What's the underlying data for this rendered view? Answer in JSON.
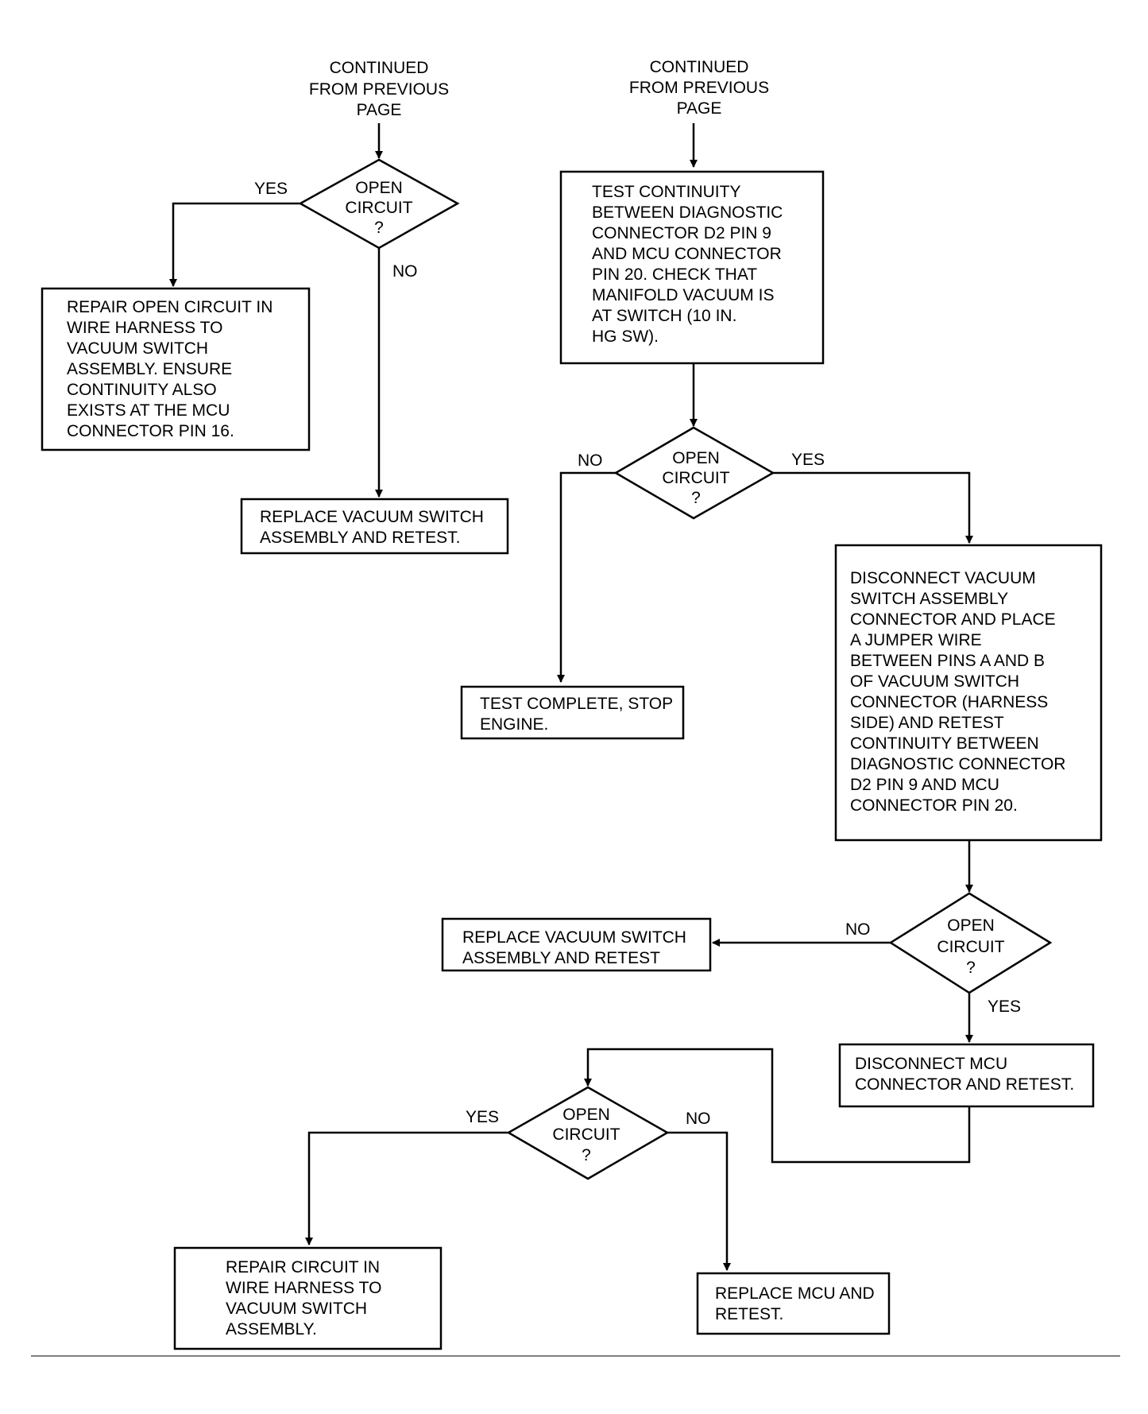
{
  "continued_left": [
    "CONTINUED",
    "FROM PREVIOUS",
    "PAGE"
  ],
  "continued_right": [
    "CONTINUED",
    "FROM PREVIOUS",
    "PAGE"
  ],
  "decision": [
    "OPEN",
    "CIRCUIT",
    "?"
  ],
  "labels": {
    "yes": "YES",
    "no": "NO"
  },
  "boxes": {
    "repair_open_circuit": [
      "REPAIR OPEN CIRCUIT IN",
      "WIRE HARNESS TO",
      "VACUUM SWITCH",
      "ASSEMBLY. ENSURE",
      "CONTINUITY ALSO",
      "EXISTS AT THE MCU",
      "CONNECTOR PIN 16."
    ],
    "replace_switch_1": [
      "REPLACE VACUUM SWITCH",
      "ASSEMBLY AND RETEST."
    ],
    "test_continuity": [
      "TEST CONTINUITY",
      "BETWEEN DIAGNOSTIC",
      "CONNECTOR D2 PIN 9",
      "AND MCU CONNECTOR",
      "PIN 20. CHECK THAT",
      "MANIFOLD VACUUM IS",
      "AT SWITCH (10 IN.",
      "HG SW)."
    ],
    "test_complete": [
      "TEST COMPLETE, STOP",
      "ENGINE."
    ],
    "disconnect_switch": [
      "DISCONNECT VACUUM",
      "SWITCH ASSEMBLY",
      "CONNECTOR AND PLACE",
      "A JUMPER WIRE",
      "BETWEEN PINS A AND B",
      "OF VACUUM SWITCH",
      "CONNECTOR (HARNESS",
      "SIDE) AND RETEST",
      "CONTINUITY BETWEEN",
      "DIAGNOSTIC CONNECTOR",
      "D2 PIN 9 AND MCU",
      "CONNECTOR PIN 20."
    ],
    "replace_switch_2": [
      "REPLACE VACUUM SWITCH",
      "ASSEMBLY AND RETEST"
    ],
    "disconnect_mcu": [
      "DISCONNECT MCU",
      "CONNECTOR AND RETEST."
    ],
    "repair_circuit": [
      "REPAIR CIRCUIT IN",
      "WIRE HARNESS TO",
      "VACUUM SWITCH",
      "ASSEMBLY."
    ],
    "replace_mcu": [
      "REPLACE MCU AND",
      "RETEST."
    ]
  }
}
